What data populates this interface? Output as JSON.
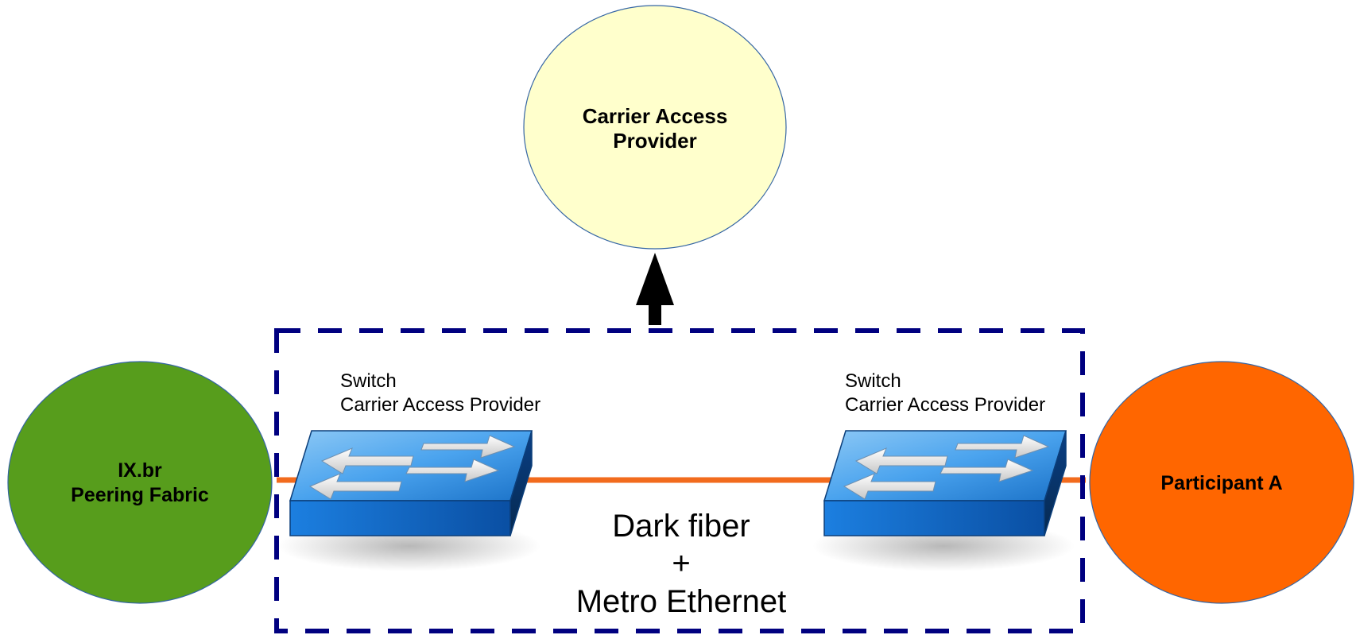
{
  "nodes": {
    "carrier": {
      "line1": "Carrier Access",
      "line2": "Provider",
      "fill": "#ffffcc",
      "stroke": "#3465a4"
    },
    "ixbr": {
      "line1": "IX.br",
      "line2": "Peering Fabric",
      "fill": "#579d1c",
      "stroke": "#3465a4"
    },
    "participant": {
      "line1": "Participant A",
      "fill": "#ff6600",
      "stroke": "#3465a4"
    }
  },
  "switches": [
    {
      "label_line1": "Switch",
      "label_line2": "Carrier Access Provider",
      "icon": "network-switch-icon"
    },
    {
      "label_line1": "Switch",
      "label_line2": "Carrier Access Provider",
      "icon": "network-switch-icon"
    }
  ],
  "link": {
    "line1": "Dark fiber",
    "line2": "+",
    "line3": "Metro Ethernet",
    "color": "#f26b1d"
  },
  "region": {
    "border_color": "#000080"
  },
  "arrow": {
    "icon": "up-arrow-icon",
    "color": "#000000"
  }
}
